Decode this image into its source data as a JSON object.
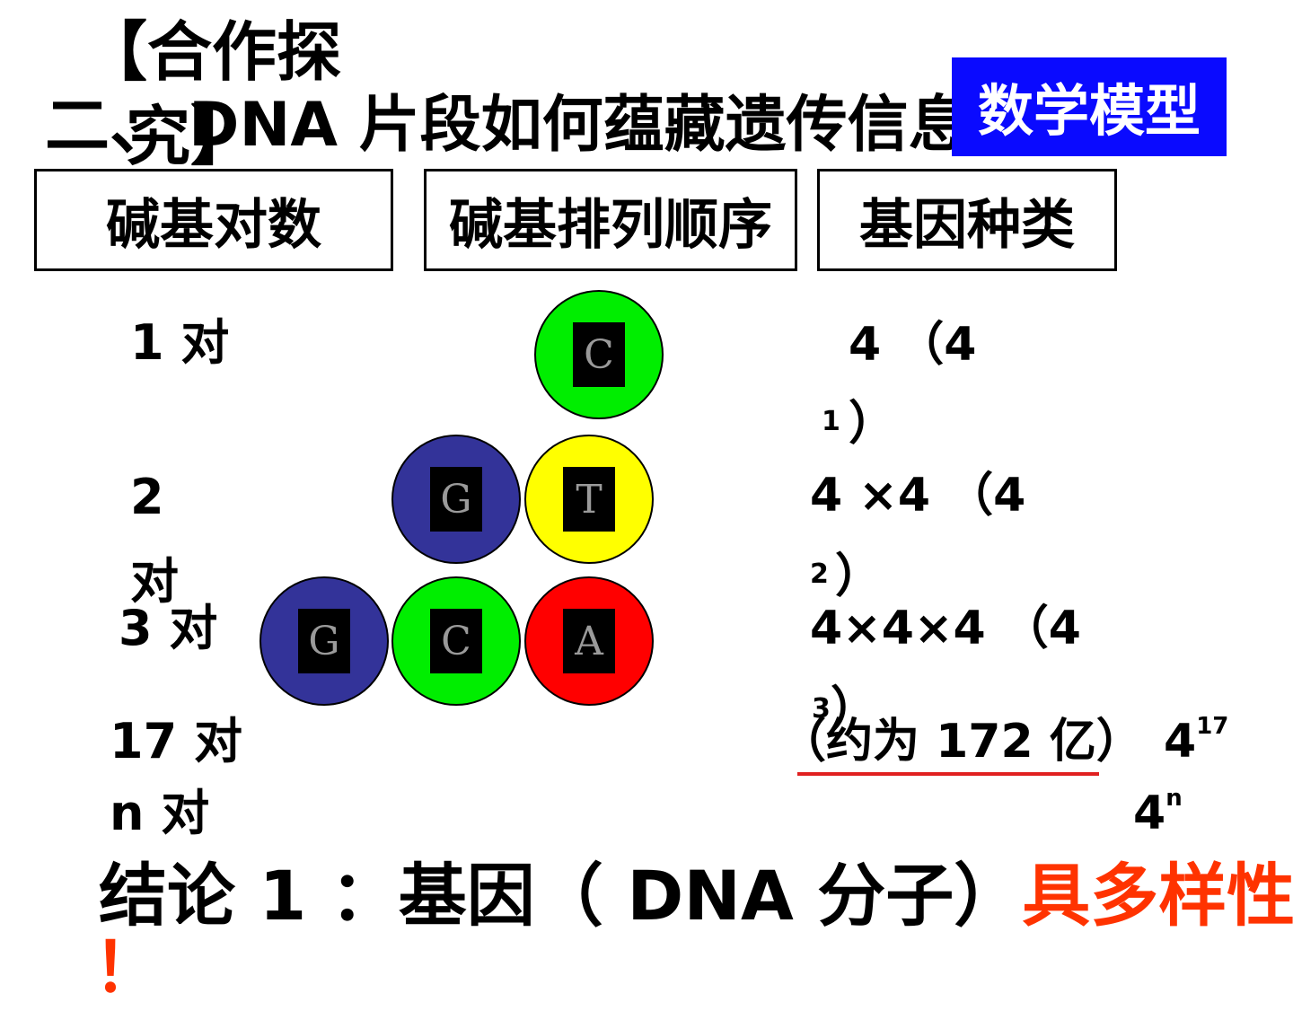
{
  "title": {
    "bracket_line1": "【合作探",
    "bracket_line2": "究】",
    "prefix": "二、",
    "main": "DNA 片段如何蕴藏遗传信息"
  },
  "badge": {
    "label": "数学模型",
    "color": "#0a0aff"
  },
  "headers": [
    "碱基对数",
    "碱基排列顺序",
    "基因种类"
  ],
  "rows": {
    "r1": {
      "pairs": "1 对",
      "kinds_main": "4 （4",
      "kinds_exp": "1",
      "kinds_close": "）"
    },
    "r2": {
      "pairs_line1": "2",
      "pairs_line2": "对",
      "kinds_main": "4 ×4 （4",
      "kinds_exp": "2",
      "kinds_close": "）"
    },
    "r3": {
      "pairs": "3 对",
      "kinds_main": "4×4×4 （4",
      "kinds_exp": "3",
      "kinds_close": "）"
    },
    "r17": {
      "pairs": "17 对",
      "note": "（约为 172 亿）",
      "kinds_base": "4",
      "kinds_exp": "17"
    },
    "rn": {
      "pairs": "n 对",
      "kinds_base": "4",
      "kinds_exp": "n"
    }
  },
  "bases": {
    "c1": {
      "letter": "C",
      "color": "#00ee00"
    },
    "g2": {
      "letter": "G",
      "color": "#333399"
    },
    "t2": {
      "letter": "T",
      "color": "#ffff00"
    },
    "g3": {
      "letter": "G",
      "color": "#333399"
    },
    "c3": {
      "letter": "C",
      "color": "#00ee00"
    },
    "a3": {
      "letter": "A",
      "color": "#ff0000"
    }
  },
  "conclusion": {
    "prefix": "结论 1 ：基因（ DNA 分子）",
    "highlight": "具多样性",
    "tail": "！",
    "highlight_color": "#ff3300"
  },
  "underline_color": "#e02020"
}
